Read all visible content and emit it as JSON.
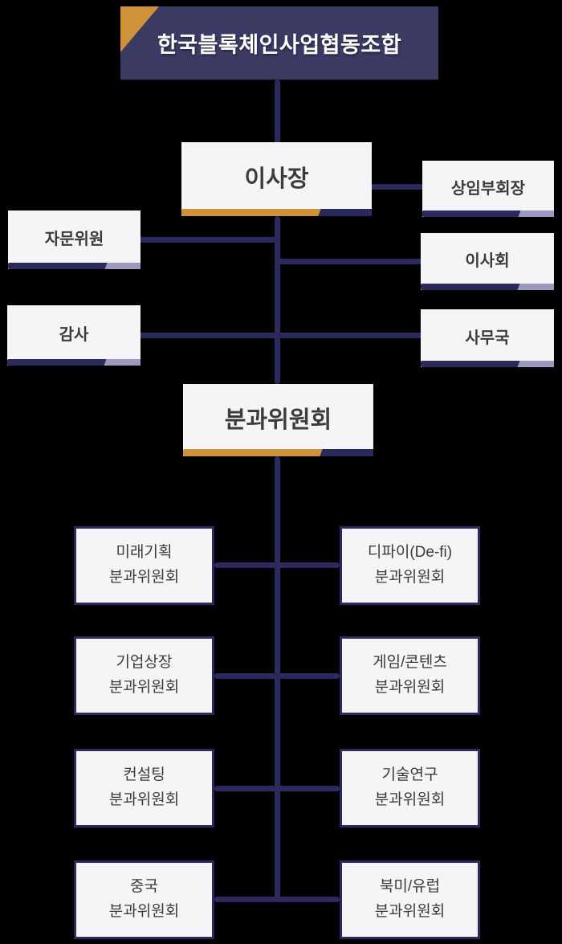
{
  "diagram": {
    "title": "한국블록체인사업협동조합",
    "nodes": {
      "chairman": "이사장",
      "vice_chairman": "상임부회장",
      "advisory": "자문위원",
      "board": "이사회",
      "audit": "감사",
      "secretariat": "사무국",
      "subcommittee_header": "분과위원회"
    },
    "committees": [
      {
        "line1": "미래기획",
        "line2": "분과위원회"
      },
      {
        "line1": "디파이(De-fi)",
        "line2": "분과위원회"
      },
      {
        "line1": "기업상장",
        "line2": "분과위원회"
      },
      {
        "line1": "게임/콘텐츠",
        "line2": "분과위원회"
      },
      {
        "line1": "컨설팅",
        "line2": "분과위원회"
      },
      {
        "line1": "기술연구",
        "line2": "분과위원회"
      },
      {
        "line1": "중국",
        "line2": "분과위원회"
      },
      {
        "line1": "북미/유럽",
        "line2": "분과위원회"
      }
    ],
    "colors": {
      "bg": "#000000",
      "navy": "#2b2a5c",
      "headernavy": "#3b3a63",
      "orange": "#ce9338",
      "lightpurple": "#9c99be",
      "boxbg": "#f5f5f7",
      "textdark": "#3c3c3c",
      "textlight": "#ffffff"
    }
  }
}
